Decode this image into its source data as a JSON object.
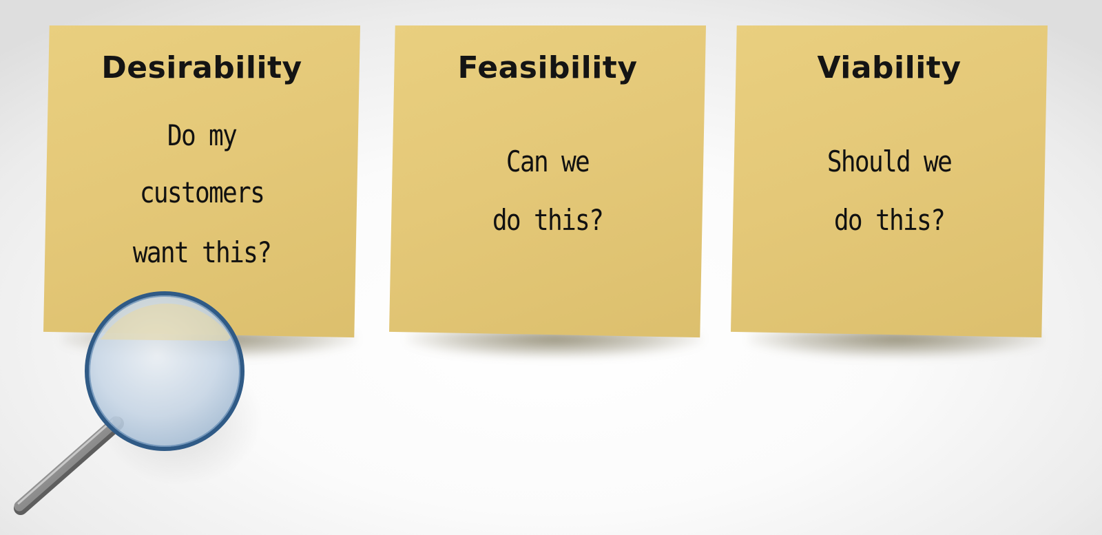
{
  "notes": [
    {
      "title": "Desirability",
      "question_lines": [
        "Do my",
        "customers",
        "want this?"
      ]
    },
    {
      "title": "Feasibility",
      "question_lines": [
        "Can we",
        "do this?"
      ]
    },
    {
      "title": "Viability",
      "question_lines": [
        "Should we",
        "do this?"
      ]
    }
  ],
  "colors": {
    "sticky_note": "#e4c878",
    "ink": "#111111",
    "lens_rim": "#355f8a",
    "handle": "#8f8f8f"
  },
  "icons": {
    "magnifier": "magnifying-glass-icon"
  }
}
